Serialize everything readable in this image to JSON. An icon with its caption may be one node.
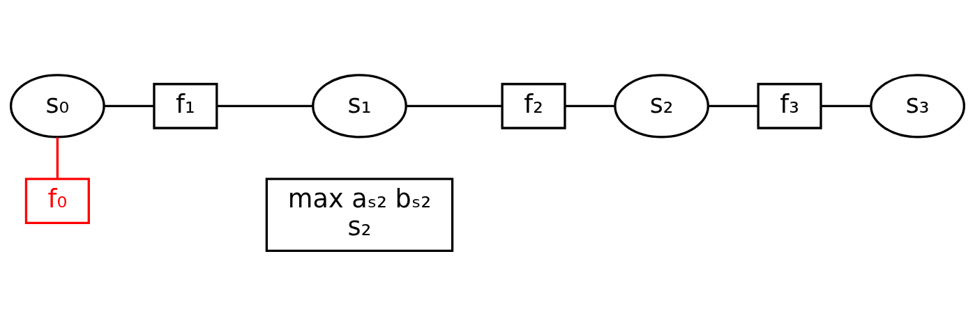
{
  "diagram": {
    "nodes": [
      {
        "text": [
          "s₀"
        ]
      },
      {
        "text": [
          "f₁"
        ]
      },
      {
        "text": [
          "s₁"
        ]
      },
      {
        "text": [
          "f₂"
        ]
      },
      {
        "text": [
          "s₂"
        ]
      },
      {
        "text": [
          "f₃"
        ]
      },
      {
        "text": [
          "s₃"
        ]
      },
      {
        "text": [
          "f₀"
        ]
      },
      {
        "text": [
          "max aₛ₂ bₛ₂",
          "s₂"
        ]
      }
    ],
    "edges": [
      {
        "from": 0,
        "to": 1,
        "arrow": "none"
      },
      {
        "from": 1,
        "to": 2,
        "arrow": "none"
      },
      {
        "from": 2,
        "to": 3,
        "arrow": "none"
      },
      {
        "from": 3,
        "to": 4,
        "arrow": "none"
      },
      {
        "from": 4,
        "to": 5,
        "arrow": "none"
      },
      {
        "from": 5,
        "to": 6,
        "arrow": "none"
      },
      {
        "from": 0,
        "to": 7,
        "arrow": "none",
        "color": "#ff0000"
      }
    ]
  }
}
